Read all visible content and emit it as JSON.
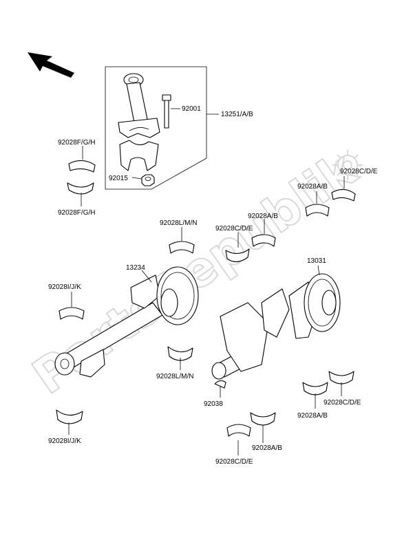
{
  "watermark": {
    "text": "PartsRepublik",
    "color": "#d9d9d9"
  },
  "icons": {
    "direction_arrow": "arrow-up-left-icon",
    "watermark_gear": "gear-icon"
  },
  "labels": {
    "l92001": "92001",
    "l13251": "13251/A/B",
    "l92015": "92015",
    "l92028fgh_top": "92028F/G/H",
    "l92028fgh_bot": "92028F/G/H",
    "l92028cde_tr": "92028C/D/E",
    "l92028ab_tr": "92028A/B",
    "l92028lmn_top": "92028L/M/N",
    "l92028cde_mid": "92028C/D/E",
    "l92028ab_mid": "92028A/B",
    "l13234": "13234",
    "l13031": "13031",
    "l92028ijk_top": "92028I/J/K",
    "l92028lmn_bot": "92028L/M/N",
    "l92038": "92038",
    "l92028cde_br": "92028C/D/E",
    "l92028ab_br": "92028A/B",
    "l92028ijk_bot": "92028I/J/K",
    "l92028ab_bot": "92028A/B",
    "l92028cde_bot": "92028C/D/E"
  }
}
